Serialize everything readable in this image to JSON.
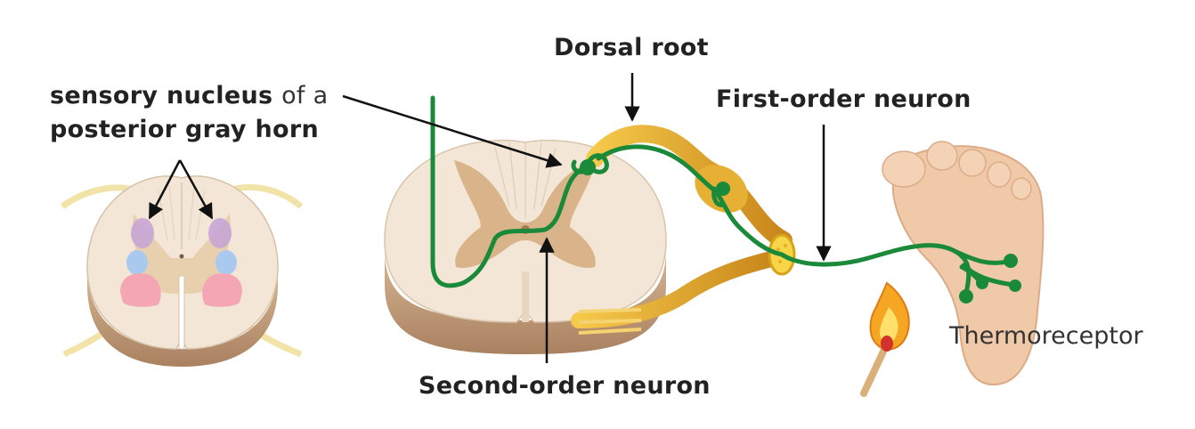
{
  "labels": {
    "sensory_nucleus_bold": "sensory nucleus",
    "sensory_nucleus_rest": "of a",
    "posterior_gray_horn": "posterior gray horn",
    "dorsal_root": "Dorsal root",
    "first_order_neuron": "First-order neuron",
    "second_order_neuron": "Second-order neuron",
    "thermoreceptor": "Thermoreceptor"
  },
  "colors": {
    "neuron": "#1a8a3a",
    "cord_section": "#f3e6d6",
    "cord_side": "#c9a886",
    "gray_matter": "#d9b48a",
    "nerve": "#d9a21b",
    "foot": "#f0c9a8",
    "flame": "#f5a623"
  }
}
